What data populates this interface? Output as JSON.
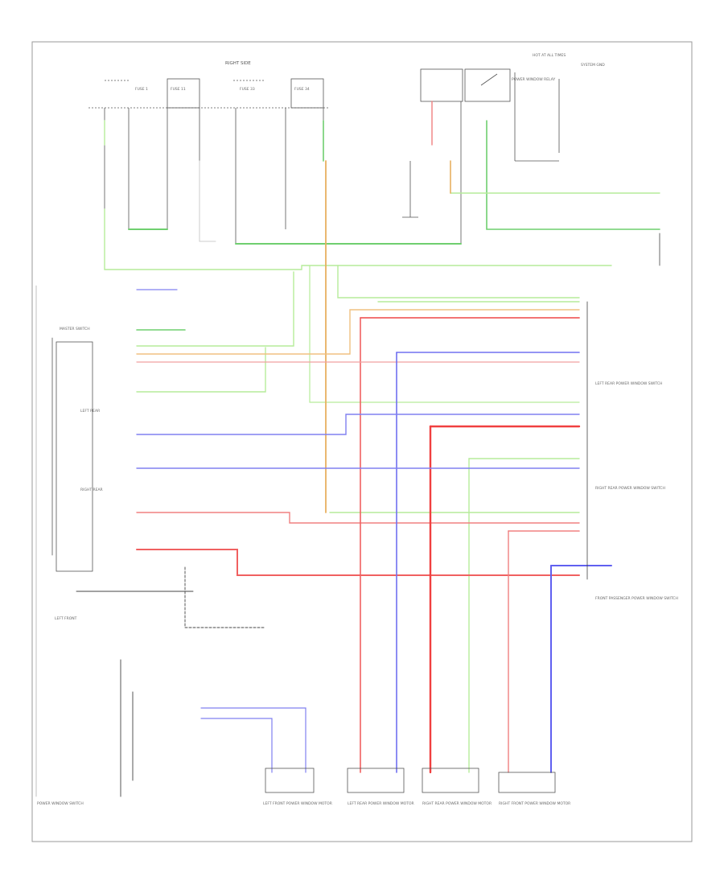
{
  "diagram": {
    "border_color": "#888888",
    "wire_colors": {
      "green": "#7fe07f",
      "light_green": "#b6ec9a",
      "red": "#f08080",
      "blue": "#8080f0",
      "orange": "#f0b060",
      "black": "#444444",
      "gray": "#bbbbbb"
    },
    "labels": [
      {
        "id": "fuse-box-title",
        "text": "RIGHT SIDE",
        "fine": true
      },
      {
        "id": "fuse-a",
        "text": "FUSE 1",
        "fine": true
      },
      {
        "id": "fuse-b",
        "text": "FUSE 11",
        "fine": true
      },
      {
        "id": "fuse-c",
        "text": "FUSE 33",
        "fine": true
      },
      {
        "id": "fuse-d",
        "text": "FUSE 34",
        "fine": true
      },
      {
        "id": "relay-top",
        "text": "POWER WINDOW RELAY",
        "fine": true
      },
      {
        "id": "hot-at-all-times",
        "text": "HOT AT ALL TIMES",
        "fine": true
      },
      {
        "id": "ground-top",
        "text": "SYSTEM GND",
        "fine": true
      },
      {
        "id": "master-switch",
        "text": "MASTER SWITCH",
        "fine": true
      },
      {
        "id": "left-front-label",
        "text": "LEFT FRONT",
        "fine": true
      },
      {
        "id": "left-rear-label",
        "text": "LEFT REAR",
        "fine": true
      },
      {
        "id": "right-rear-label",
        "text": "RIGHT REAR",
        "fine": true
      },
      {
        "id": "power-window-switch",
        "text": "POWER WINDOW SWITCH",
        "fine": true
      },
      {
        "id": "left-front-motor",
        "text": "LEFT FRONT POWER WINDOW MOTOR",
        "fine": true
      },
      {
        "id": "left-rear-motor",
        "text": "LEFT REAR POWER WINDOW MOTOR",
        "fine": true
      },
      {
        "id": "right-rear-motor",
        "text": "RIGHT REAR POWER WINDOW MOTOR",
        "fine": true
      },
      {
        "id": "right-front-motor",
        "text": "RIGHT FRONT POWER WINDOW MOTOR",
        "fine": true
      },
      {
        "id": "left-rear-sw",
        "text": "LEFT REAR POWER WINDOW SWITCH",
        "fine": true
      },
      {
        "id": "right-rear-sw",
        "text": "RIGHT REAR POWER WINDOW SWITCH",
        "fine": true
      },
      {
        "id": "front-passenger-sw",
        "text": "FRONT PASSENGER POWER WINDOW SWITCH",
        "fine": true
      },
      {
        "id": "corner-id",
        "text": "",
        "fine": true
      }
    ]
  }
}
